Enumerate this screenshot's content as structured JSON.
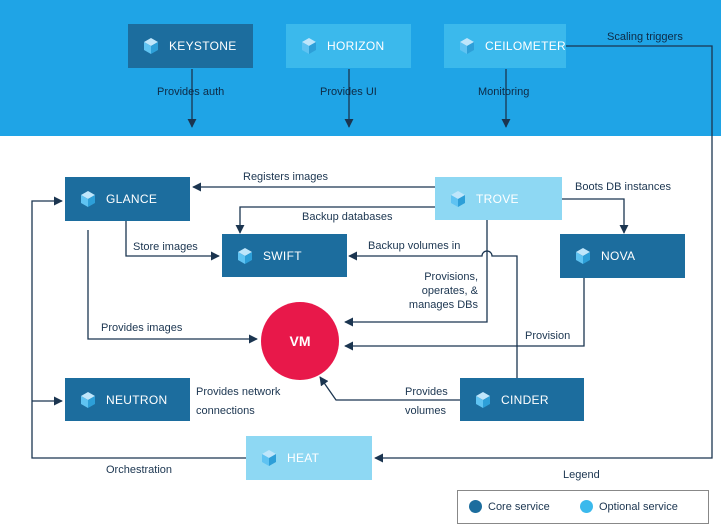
{
  "services": {
    "keystone": "KEYSTONE",
    "horizon": "HORIZON",
    "ceilometer": "CEILOMETER",
    "glance": "GLANCE",
    "trove": "TROVE",
    "swift": "SWIFT",
    "nova": "NOVA",
    "neutron": "NEUTRON",
    "cinder": "CINDER",
    "heat": "HEAT",
    "vm": "VM"
  },
  "edges": {
    "provides_auth": "Provides auth",
    "provides_ui": "Provides UI",
    "monitoring": "Monitoring",
    "scaling_triggers": "Scaling triggers",
    "registers_images": "Registers images",
    "boots_db_instances": "Boots DB instances",
    "backup_databases": "Backup databases",
    "store_images": "Store images",
    "backup_volumes_in": "Backup  volumes in",
    "provisions_operates": "Provisions, operates, & manages DBs",
    "provides_images": "Provides images",
    "provision": "Provision",
    "provides_network": "Provides network connections",
    "provides_volumes": "Provides volumes",
    "orchestration": "Orchestration"
  },
  "legend": {
    "title": "Legend",
    "core_label": "Core service",
    "optional_label": "Optional service"
  },
  "colors": {
    "core": "#1c6d9e",
    "optional": "#3bb9ec",
    "band": "#1fa4e6",
    "vm": "#e8184a",
    "line": "#1b3550"
  },
  "icons": {
    "service": "cube-icon"
  }
}
